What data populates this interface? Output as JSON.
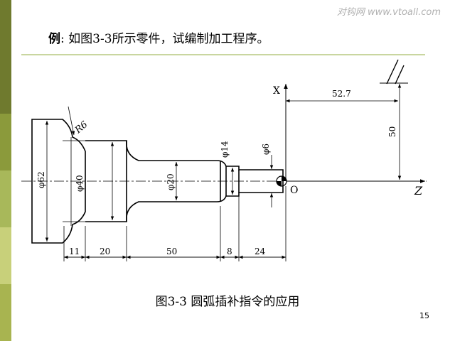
{
  "watermark": "对钩网 www.vtoall.com",
  "example": {
    "keyword": "例",
    "text": ": 如图3-3所示零件，试编制加工程序。"
  },
  "caption": "图3-3  圆弧插补指令的应用",
  "page_number": "15",
  "colors": {
    "sidebar": [
      "#6f7a2e",
      "#8b9a3b",
      "#a8b85a",
      "#c8d07a",
      "#a8b450"
    ],
    "rule": "#c9d6a0"
  },
  "drawing": {
    "axis_x": "X",
    "axis_z": "Z",
    "origin": "O",
    "dims_horizontal": [
      "11",
      "20",
      "50",
      "8",
      "24"
    ],
    "dim_52_7": "52.7",
    "dim_50": "50",
    "diameters": {
      "d62": "φ62",
      "d40": "φ40",
      "d20": "φ20",
      "d14": "φ14",
      "d6": "φ6"
    },
    "radius": "R6"
  }
}
